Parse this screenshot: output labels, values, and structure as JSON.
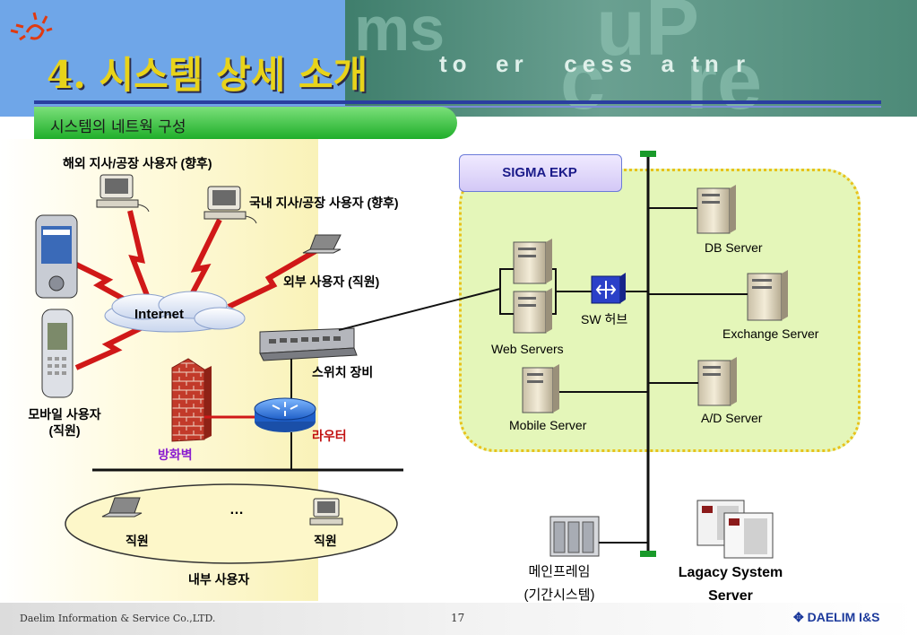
{
  "slide": {
    "title": "4. 시스템 상세 소개",
    "header_ghost_text": "to  er   cess  a tn r",
    "subtitle": "시스템의 네트웍 구성"
  },
  "labels": {
    "overseas_users": "해외 지사/공장 사용자 (향후)",
    "domestic_users": "국내 지사/공장 사용자 (향후)",
    "external_users": "외부 사용자 (직원)",
    "internet": "Internet",
    "mobile_users": "모바일 사용자",
    "mobile_users_sub": "(직원)",
    "switch": "스위치 장비",
    "router": "라우터",
    "firewall": "방화벽",
    "ellipsis": "…",
    "staff_1": "직원",
    "staff_2": "직원",
    "internal_users": "내부 사용자",
    "sigma_ekp": "SIGMA EKP",
    "db_server": "DB Server",
    "exchange_server": "Exchange Server",
    "web_servers": "Web Servers",
    "sw_hub": "SW 허브",
    "mobile_server": "Mobile Server",
    "ad_server": "A/D Server",
    "mainframe": "메인프레임",
    "mainframe_sub": "(기간시스템)",
    "legacy_line1": "Lagacy System",
    "legacy_line2": "Server"
  },
  "footer": {
    "company": "Daelim Information & Service Co.,LTD.",
    "page": "17",
    "logo": "DAELIM I&S"
  },
  "colors": {
    "accent_blue": "#2a3ea0",
    "title_yellow": "#e8d31a",
    "link_red": "#d01818",
    "ekp_zone": "#e4f6b9",
    "backbone_green": "#1a9a2a"
  }
}
